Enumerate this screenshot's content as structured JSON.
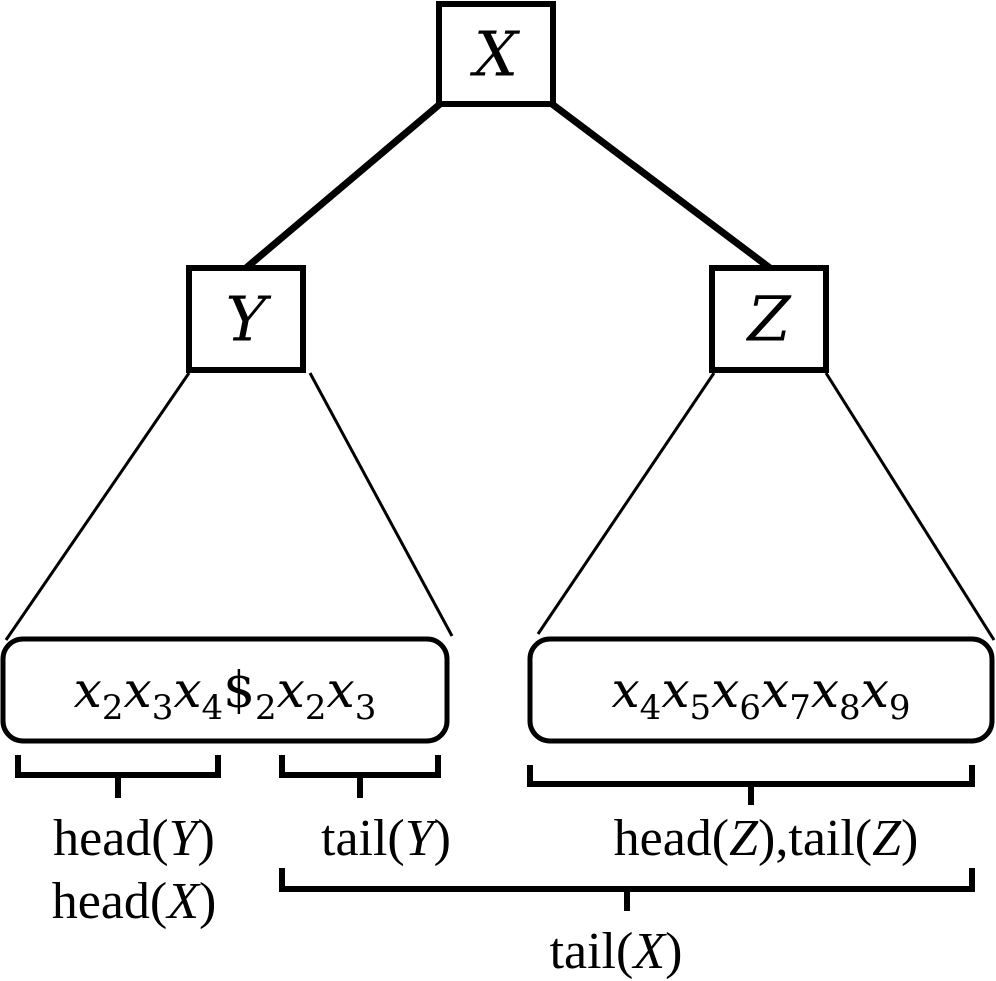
{
  "nodes": {
    "root": "X",
    "left": "Y",
    "right": "Z"
  },
  "left_sequence": [
    {
      "base": "x",
      "sub": "2"
    },
    {
      "base": "x",
      "sub": "3"
    },
    {
      "base": "x",
      "sub": "4"
    },
    {
      "base": "$",
      "sub": "2"
    },
    {
      "base": "x",
      "sub": "2"
    },
    {
      "base": "x",
      "sub": "3"
    }
  ],
  "right_sequence": [
    {
      "base": "x",
      "sub": "4"
    },
    {
      "base": "x",
      "sub": "5"
    },
    {
      "base": "x",
      "sub": "6"
    },
    {
      "base": "x",
      "sub": "7"
    },
    {
      "base": "x",
      "sub": "8"
    },
    {
      "base": "x",
      "sub": "9"
    }
  ],
  "captions": {
    "head_y": {
      "fn": "head",
      "arg": "Y"
    },
    "head_x": {
      "fn": "head",
      "arg": "X"
    },
    "tail_y": {
      "fn": "tail",
      "arg": "Y"
    },
    "head_tail_z": {
      "fn1": "head",
      "arg1": "Z",
      "sep": ",",
      "fn2": "tail",
      "arg2": "Z"
    },
    "tail_x": {
      "fn": "tail",
      "arg": "X"
    }
  }
}
